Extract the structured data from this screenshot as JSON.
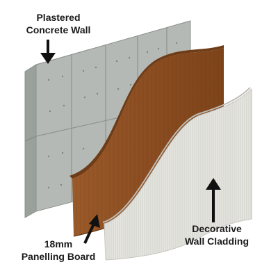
{
  "labels": {
    "concrete": {
      "line1": "Plastered",
      "line2": "Concrete Wall"
    },
    "panelling": {
      "line1": "18mm",
      "line2": "Panelling Board"
    },
    "cladding": {
      "line1": "Decorative",
      "line2": "Wall Cladding"
    }
  },
  "colors": {
    "concrete_face": "#b4b9b5",
    "concrete_side": "#9aa09c",
    "concrete_top": "#c6cac6",
    "panel_wood": "#8c4f23",
    "panel_edge": "#6f3c18",
    "cladding_face": "#e6e5e0",
    "cladding_edge": "#c9c7c1",
    "arrow": "#111111"
  },
  "icons": {
    "arrow_concrete": "arrow-down-icon",
    "arrow_panelling": "arrow-up-right-icon",
    "arrow_cladding": "arrow-up-icon"
  }
}
